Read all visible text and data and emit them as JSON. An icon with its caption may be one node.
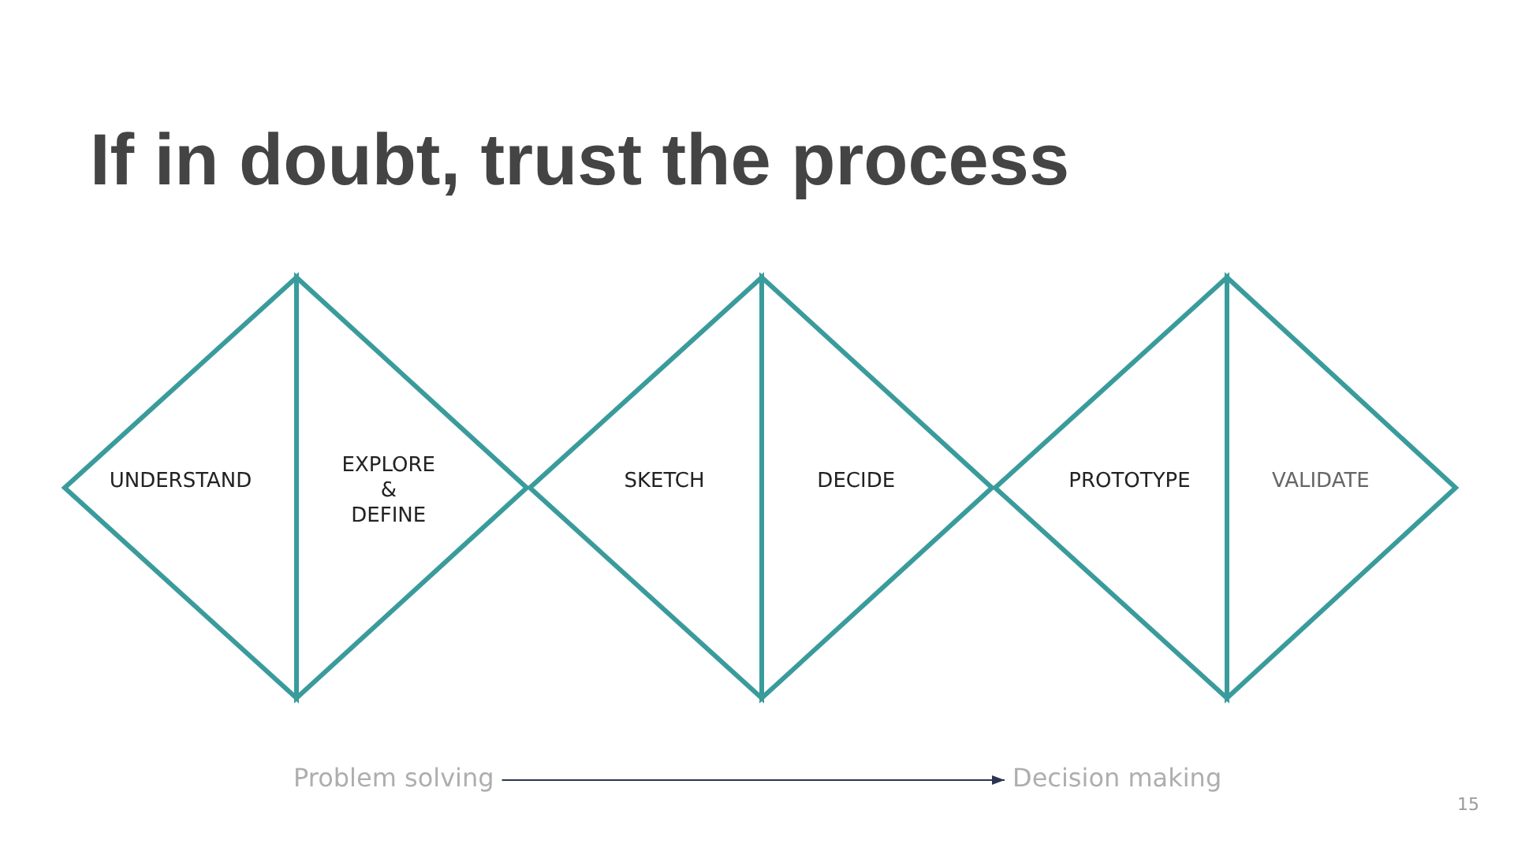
{
  "diagram": {
    "title": "If in doubt, trust the process",
    "nodes": [
      {
        "text": [
          "UNDERSTAND"
        ]
      },
      {
        "text": [
          "EXPLORE & DEFINE"
        ]
      },
      {
        "text": [
          "SKETCH"
        ]
      },
      {
        "text": [
          "DECIDE"
        ]
      },
      {
        "text": [
          "PROTOTYPE"
        ]
      },
      {
        "text": [
          "VALIDATE"
        ]
      },
      {
        "text": [
          "Problem solving"
        ]
      },
      {
        "text": [
          "Decision making"
        ]
      }
    ],
    "edges": [
      {
        "from": 6,
        "to": 7,
        "arrow": "to"
      }
    ],
    "labels": [
      "15"
    ]
  }
}
